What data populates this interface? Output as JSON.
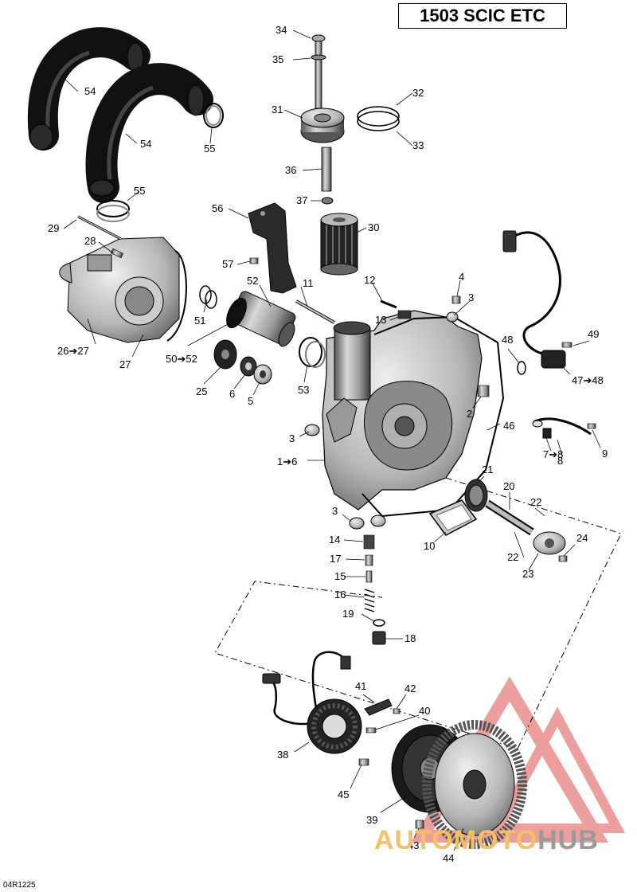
{
  "title": "1503 SCIC ETC",
  "reference_code": "04R1225",
  "watermark": {
    "part1": "AUTO",
    "part2": "MOTO",
    "part3": "HUB",
    "color_orange": "#f2c069",
    "color_red": "#e0524e",
    "color_gray": "#9a9a9a"
  },
  "callouts": [
    "34",
    "35",
    "32",
    "31",
    "33",
    "54",
    "54",
    "55",
    "55",
    "36",
    "37",
    "56",
    "29",
    "28",
    "30",
    "57",
    "52",
    "11",
    "12",
    "4",
    "3",
    "51",
    "13",
    "26➔27",
    "27",
    "50➔52",
    "25",
    "6",
    "5",
    "53",
    "48",
    "49",
    "47➔48",
    "2",
    "46",
    "3",
    "1➔6",
    "7➔8",
    "8",
    "9",
    "21",
    "20",
    "22",
    "3",
    "14",
    "17",
    "15",
    "16",
    "19",
    "18",
    "10",
    "22",
    "24",
    "23",
    "41",
    "42",
    "40",
    "38",
    "45",
    "39",
    "43",
    "44"
  ],
  "colors": {
    "hose": "#1a1a1a",
    "metal_light": "#d6d6d6",
    "metal_mid": "#9d9d9d",
    "metal_dark": "#4a4a4a",
    "line": "#000000"
  }
}
